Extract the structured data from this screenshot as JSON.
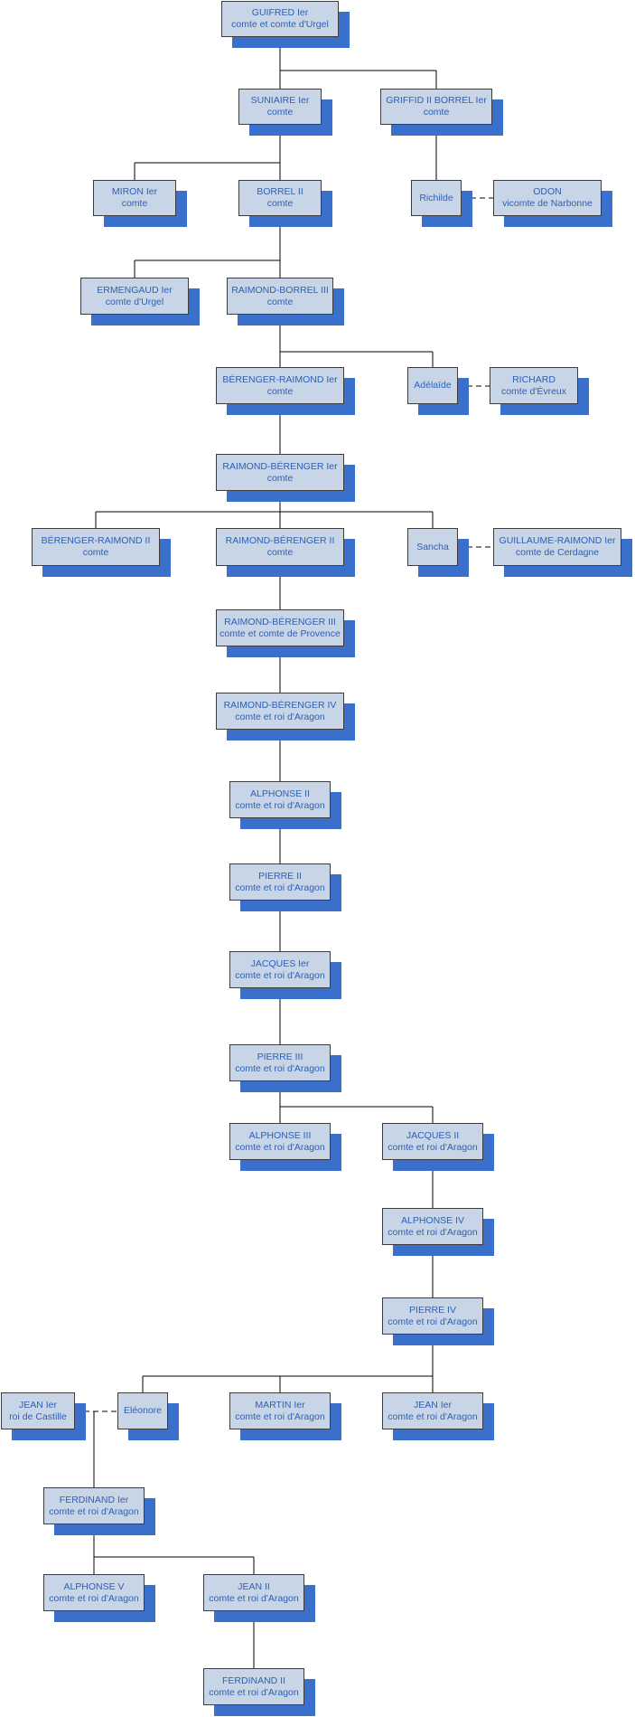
{
  "colors": {
    "box_fill": "#c7d5e6",
    "box_border": "#3c3c3c",
    "shadow": "#3a6fcc",
    "text": "#2f5fb5",
    "line": "#000000"
  },
  "nodes": {
    "guifred": {
      "name": "GUIFRED Ier",
      "title": "comte et comte d'Urgel"
    },
    "suniaire": {
      "name": "SUNIAIRE Ier",
      "title": "comte"
    },
    "griffid": {
      "name": "GRIFFID II BORREL Ier",
      "title": "comte"
    },
    "miron": {
      "name": "MIRON Ier",
      "title": "comte"
    },
    "borrel2": {
      "name": "BORREL II",
      "title": "comte"
    },
    "richilde": {
      "name": "Richilde",
      "title": ""
    },
    "odon": {
      "name": "ODON",
      "title": "vicomte de Narbonne"
    },
    "ermengaud": {
      "name": "ERMENGAUD Ier",
      "title": "comte d'Urgel"
    },
    "rb3": {
      "name": "RAIMOND-BORREL III",
      "title": "comte"
    },
    "br1": {
      "name": "BÉRENGER-RAIMOND Ier",
      "title": "comte"
    },
    "adelaide": {
      "name": "Adélaïde",
      "title": ""
    },
    "richard": {
      "name": "RICHARD",
      "title": "comte d'Évreux"
    },
    "rbe1": {
      "name": "RAIMOND-BÉRENGER Ier",
      "title": "comte"
    },
    "br2": {
      "name": "BÉRENGER-RAIMOND II",
      "title": "comte"
    },
    "rbe2": {
      "name": "RAIMOND-BÉRENGER II",
      "title": "comte"
    },
    "sancha": {
      "name": "Sancha",
      "title": ""
    },
    "guillaume": {
      "name": "GUILLAUME-RAIMOND Ier",
      "title": "comte de Cerdagne"
    },
    "rbe3": {
      "name": "RAIMOND-BÉRENGER III",
      "title": "comte et comte de Provence"
    },
    "rbe4": {
      "name": "RAIMOND-BÉRENGER IV",
      "title": "comte et roi d'Aragon"
    },
    "alphonse2": {
      "name": "ALPHONSE II",
      "title": "comte et roi d'Aragon"
    },
    "pierre2": {
      "name": "PIERRE II",
      "title": "comte et roi d'Aragon"
    },
    "jacques1": {
      "name": "JACQUES Ier",
      "title": "comte et roi d'Aragon"
    },
    "pierre3": {
      "name": "PIERRE III",
      "title": "comte et roi d'Aragon"
    },
    "alphonse3": {
      "name": "ALPHONSE III",
      "title": "comte et roi d'Aragon"
    },
    "jacques2": {
      "name": "JACQUES II",
      "title": "comte et roi d'Aragon"
    },
    "alphonse4": {
      "name": "ALPHONSE IV",
      "title": "comte et roi d'Aragon"
    },
    "pierre4": {
      "name": "PIERRE IV",
      "title": "comte et roi d'Aragon"
    },
    "jean1c": {
      "name": "JEAN Ier",
      "title": "roi de Castille"
    },
    "eleonore": {
      "name": "Eléonore",
      "title": ""
    },
    "martin1": {
      "name": "MARTIN Ier",
      "title": "comte et roi d'Aragon"
    },
    "jean1a": {
      "name": "JEAN Ier",
      "title": "comte et roi d'Aragon"
    },
    "ferdinand1": {
      "name": "FERDINAND Ier",
      "title": "comte et roi d'Aragon"
    },
    "alphonse5": {
      "name": "ALPHONSE V",
      "title": "comte et roi d'Aragon"
    },
    "jean2": {
      "name": "JEAN II",
      "title": "comte et roi d'Aragon"
    },
    "ferdinand2": {
      "name": "FERDINAND II",
      "title": "comte et roi d'Aragon"
    }
  },
  "relations": {
    "parent_child": [
      [
        "guifred",
        "suniaire"
      ],
      [
        "guifred",
        "griffid"
      ],
      [
        "suniaire",
        "miron"
      ],
      [
        "suniaire",
        "borrel2"
      ],
      [
        "griffid",
        "richilde"
      ],
      [
        "borrel2",
        "ermengaud"
      ],
      [
        "borrel2",
        "rb3"
      ],
      [
        "rb3",
        "br1"
      ],
      [
        "rb3",
        "adelaide"
      ],
      [
        "br1",
        "rbe1"
      ],
      [
        "rbe1",
        "br2"
      ],
      [
        "rbe1",
        "rbe2"
      ],
      [
        "rbe1",
        "sancha"
      ],
      [
        "rbe2",
        "rbe3"
      ],
      [
        "rbe3",
        "rbe4"
      ],
      [
        "rbe4",
        "alphonse2"
      ],
      [
        "alphonse2",
        "pierre2"
      ],
      [
        "pierre2",
        "jacques1"
      ],
      [
        "jacques1",
        "pierre3"
      ],
      [
        "pierre3",
        "alphonse3"
      ],
      [
        "pierre3",
        "jacques2"
      ],
      [
        "jacques2",
        "alphonse4"
      ],
      [
        "alphonse4",
        "pierre4"
      ],
      [
        "pierre4",
        "eleonore"
      ],
      [
        "pierre4",
        "martin1"
      ],
      [
        "pierre4",
        "jean1a"
      ],
      [
        "eleonore",
        "ferdinand1"
      ],
      [
        "ferdinand1",
        "alphonse5"
      ],
      [
        "ferdinand1",
        "jean2"
      ],
      [
        "jean2",
        "ferdinand2"
      ]
    ],
    "marriages": [
      [
        "richilde",
        "odon"
      ],
      [
        "adelaide",
        "richard"
      ],
      [
        "sancha",
        "guillaume"
      ],
      [
        "jean1c",
        "eleonore"
      ]
    ]
  }
}
